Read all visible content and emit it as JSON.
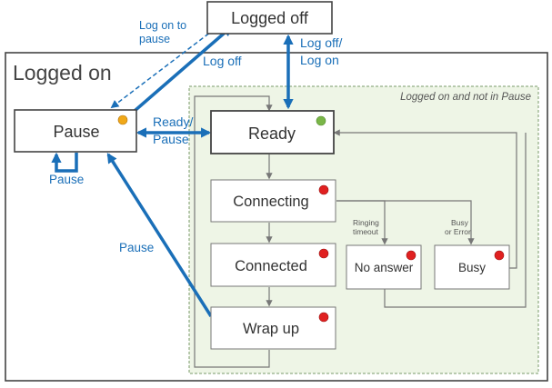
{
  "diagram": {
    "outer_title": "Logged on",
    "inner_title": "Logged on and not in Pause",
    "states": {
      "logged_off": "Logged off",
      "pause": "Pause",
      "ready": "Ready",
      "connecting": "Connecting",
      "connected": "Connected",
      "wrap_up": "Wrap up",
      "no_answer": "No answer",
      "busy": "Busy"
    },
    "transitions": {
      "log_on_to_pause_1": "Log on to",
      "log_on_to_pause_2": "pause",
      "log_off_from_pause": "Log off",
      "log_off_ready_1": "Log off/",
      "log_off_ready_2": "Log on",
      "ready_pause_1": "Ready/",
      "ready_pause_2": "Pause",
      "pause_self": "Pause",
      "pause_from_wrapup": "Pause",
      "ringing_timeout_1": "Ringing",
      "ringing_timeout_2": "timeout",
      "busy_error_1": "Busy",
      "busy_error_2": "or Error"
    },
    "indicator_colors": {
      "pause": "#f0a818",
      "ready": "#7ab648",
      "busy": "#e02020",
      "blue_arrow": "#1a6fb8",
      "gray_arrow": "#777777"
    }
  }
}
